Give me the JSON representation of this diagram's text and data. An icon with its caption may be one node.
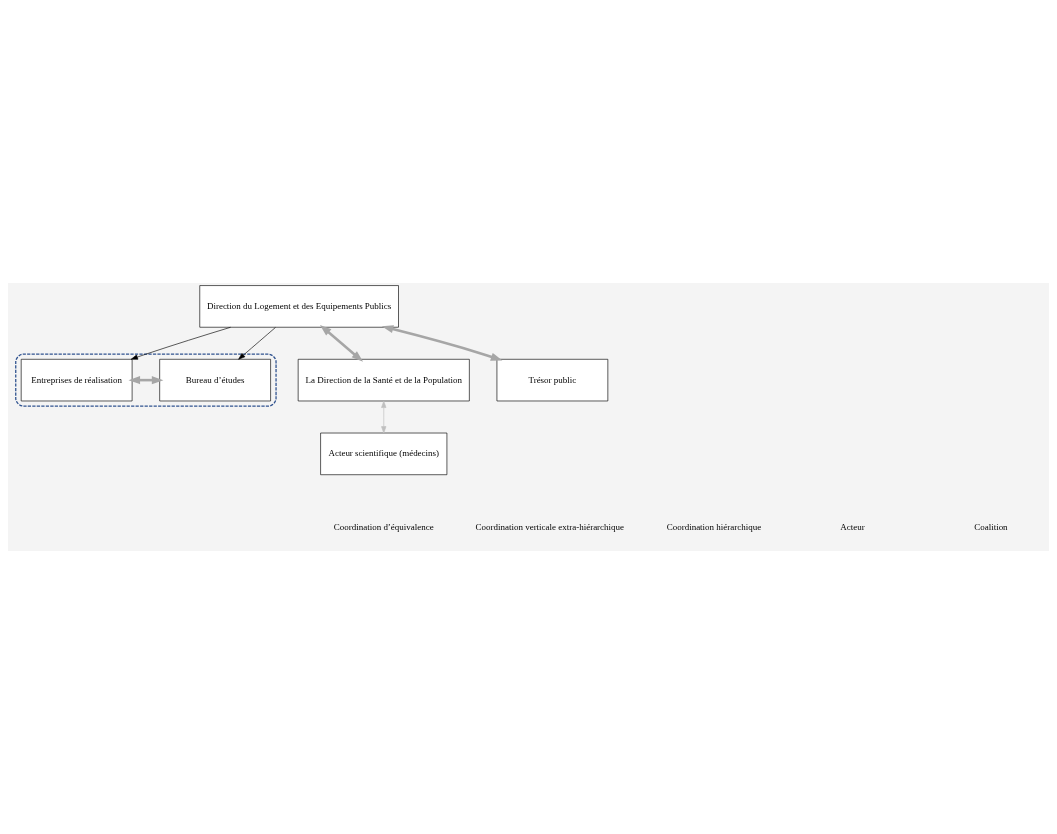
{
  "diagram": {
    "nodes": [
      {
        "text": [],
        "shape": "ellipse"
      },
      {
        "text": [
          "Bureau d’études"
        ],
        "in": 0
      },
      {
        "text": [
          "Entreprises de réalisation"
        ],
        "in": 0
      },
      {
        "text": [
          "Direction du Logement et des Equipements Publics"
        ]
      },
      {
        "text": [
          "La Direction de la Santé et de la Population"
        ]
      },
      {
        "text": [
          "Trésor public"
        ]
      },
      {
        "text": [
          "Acteur scientifique (médecins)"
        ]
      }
    ],
    "edges": [
      {
        "from": 1,
        "to": 2,
        "arrow": "both",
        "style": "thick",
        "color": "#a6a6a6"
      },
      {
        "from": 3,
        "to": 1,
        "arrow": "to",
        "color": "#000000"
      },
      {
        "from": 3,
        "to": 2,
        "arrow": "to",
        "color": "#000000"
      },
      {
        "from": 3,
        "to": 4,
        "arrow": "both",
        "style": "thick",
        "color": "#a6a6a6"
      },
      {
        "from": 3,
        "to": 5,
        "arrow": "both",
        "style": "thick",
        "color": "#a6a6a6"
      },
      {
        "from": 4,
        "to": 6,
        "arrow": "both",
        "color": "#bfbfbf"
      }
    ],
    "legend": [
      {
        "text": "Coordination d’équivalence"
      },
      {
        "text": "Coordination verticale extra-hiérarchique"
      },
      {
        "text": "Coordination hiérarchique"
      },
      {
        "text": "Acteur"
      },
      {
        "text": "Coalition"
      }
    ]
  }
}
